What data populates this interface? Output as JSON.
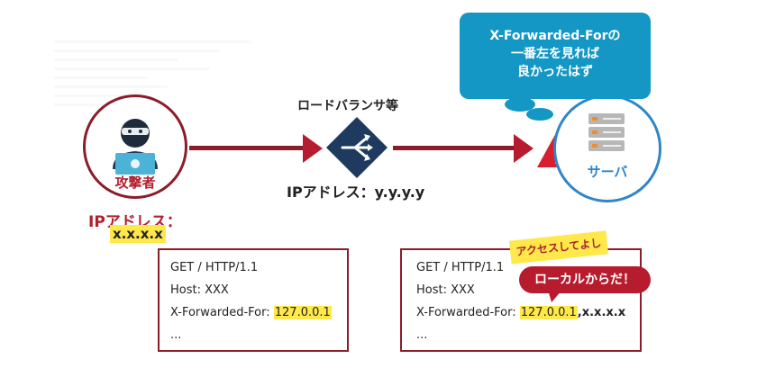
{
  "attacker": {
    "label": "攻撃者",
    "ip_label": "IPアドレス：",
    "ip_value": "x.x.x.x"
  },
  "load_balancer": {
    "title": "ロードバランサ等",
    "ip_label": "IPアドレス：y.y.y.y"
  },
  "server": {
    "label": "サーバ"
  },
  "bubble": {
    "line1": "X-Forwarded-Forの",
    "line2": "一番左を見れば",
    "line3": "良かったはず"
  },
  "request_left": {
    "line1": "GET / HTTP/1.1",
    "line2": "Host: XXX",
    "line3_prefix": "X-Forwarded-For: ",
    "line3_highlight": "127.0.0.1",
    "line4": "..."
  },
  "request_right": {
    "line1": "GET / HTTP/1.1",
    "line2": "Host: XXX",
    "line3_prefix": "X-Forwarded-For: ",
    "line3_highlight": "127.0.0.1",
    "line3_suffix": ",x.x.x.x",
    "line4": "..."
  },
  "tag_yellow": "アクセスしてよし",
  "tag_red": "ローカルからだ！",
  "colors": {
    "maroon": "#8b1d2a",
    "red": "#b71c2e",
    "blue": "#1497c4",
    "navy": "#1e3a5f",
    "yellow": "#ffe84a"
  }
}
